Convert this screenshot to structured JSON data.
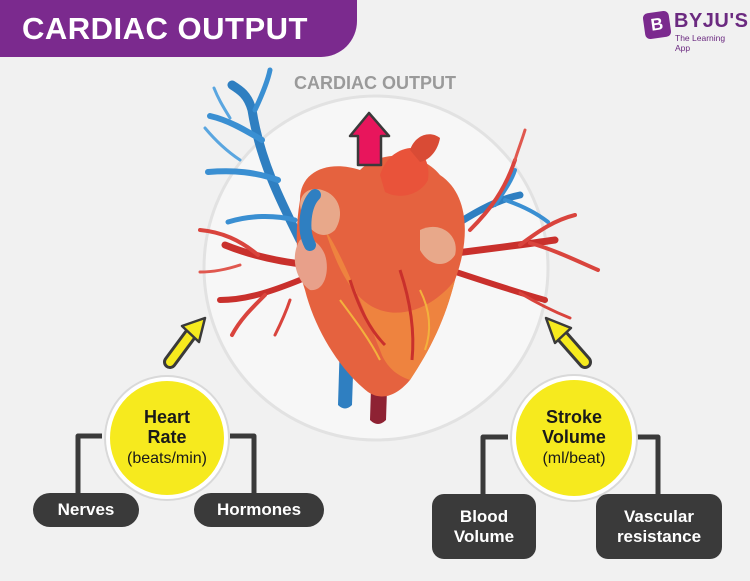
{
  "header": {
    "title": "CARDIAC OUTPUT"
  },
  "brand": {
    "mark": "B",
    "name": "BYJU'S",
    "tagline": "The Learning App",
    "color": "#7b2a8e"
  },
  "diagram": {
    "heading": "CARDIAC OUTPUT",
    "up_arrow_color": "#e8155c",
    "factor_arrow_color": "#f6ea1e",
    "heart_rate": {
      "name": "Heart Rate",
      "unit": "(beats/min)"
    },
    "stroke_volume": {
      "name": "Stroke Volume",
      "unit": "(ml/beat)"
    },
    "heart_rate_inputs": [
      "Nerves",
      "Hormones"
    ],
    "stroke_volume_inputs": [
      "Blood Volume",
      "Vascular resistance"
    ]
  }
}
